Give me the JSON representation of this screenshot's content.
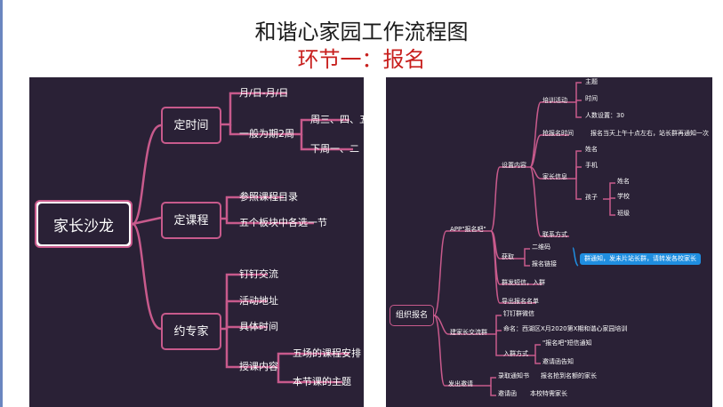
{
  "title": "和谐心家园工作流程图",
  "subtitle": "环节一：报名",
  "left_map": {
    "root": "家长沙龙",
    "branches": [
      {
        "label": "定时间",
        "children": [
          "月/日-月/日",
          "一般为期2周",
          "周三、四、五",
          "下周一、二"
        ]
      },
      {
        "label": "定课程",
        "children": [
          "参照课程目录",
          "五个板块中各选一节"
        ]
      },
      {
        "label": "约专家",
        "children": [
          "钉钉交流",
          "活动地址",
          "具体时间",
          "授课内容",
          "五场的课程安排",
          "本节课的主题"
        ]
      }
    ]
  },
  "right_map": {
    "root": "组织报名",
    "app": "APP\"报名吧\"",
    "setup": "设置内容",
    "training": "培训活动",
    "theme": "主题",
    "time": "时间",
    "headcount": "人数设置：30",
    "deadline": "抢报名时间",
    "deadline_note": "报名当天上午十点左右，站长群再通知一次",
    "parent_info": "家长信息",
    "name1": "姓名",
    "phone": "手机",
    "child": "孩子",
    "name2": "姓名",
    "school": "学校",
    "grade": "班级",
    "contact": "联系方式",
    "get": "获取",
    "qrcode": "二维码",
    "link": "报名链接",
    "callout": "群通知，发未片站长群，请转发各校家长",
    "group_msg": "群发短信，入群",
    "export": "导出报名名单",
    "build_group": "建家长交流群",
    "dingding": "钉钉群微信",
    "naming": "命名：西湖区X月2020第X期和谐心家园培训",
    "join_method": "入群方式",
    "sms_notice": "\"报名吧\"短信通知",
    "invite": "邀请函告知",
    "send_invite": "发出邀请",
    "admit_notice": "录取通知书",
    "admit_note": "报名抢到名额的家长",
    "invite_letter": "邀请函",
    "invite_note": "本校特需家长"
  }
}
